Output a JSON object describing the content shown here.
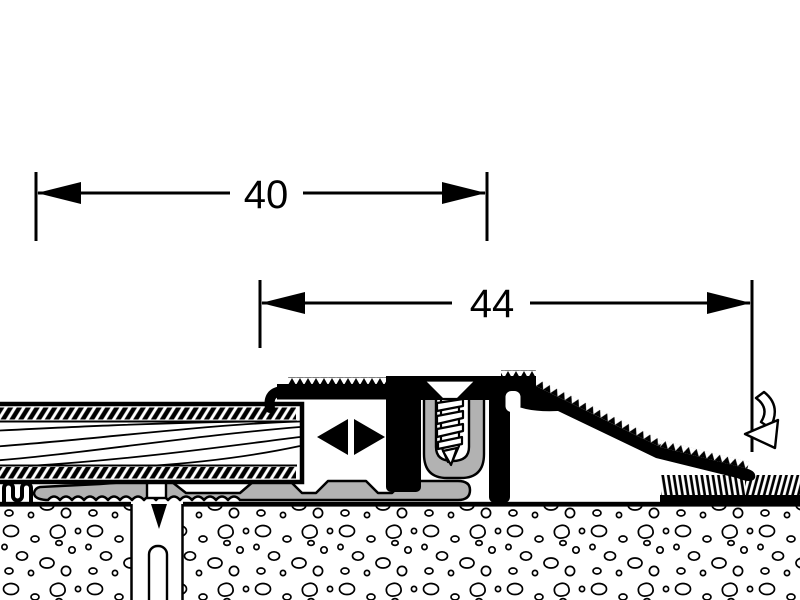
{
  "diagram": {
    "type": "technical-cross-section",
    "dimensions": {
      "width_top": {
        "label": "40"
      },
      "width_bottom": {
        "label": "44"
      }
    },
    "icons": {
      "adjust": "left-right-arrows-icon",
      "pivot": "curved-down-arrow-icon",
      "underlay": "foam-squiggle-icon"
    },
    "colors": {
      "ink": "#000000",
      "track_gray": "#b2b2b2",
      "background": "#ffffff"
    }
  }
}
